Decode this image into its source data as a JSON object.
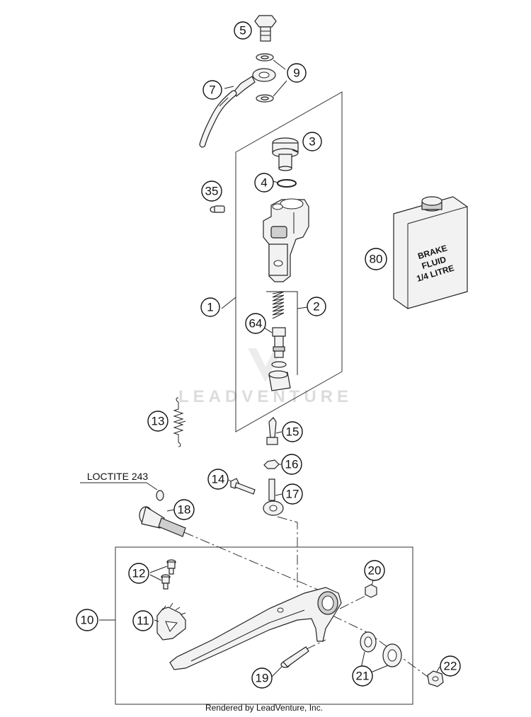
{
  "diagram": {
    "loctite_label": "LOCTITE 243",
    "watermark": "LEADVENTURE",
    "footer": "Rendered by LeadVenture, Inc.",
    "bottle_label": [
      "BRAKE",
      "FLUID",
      "1/4 LITRE"
    ],
    "callouts": [
      {
        "id": "c5",
        "label": "5"
      },
      {
        "id": "c9",
        "label": "9"
      },
      {
        "id": "c7",
        "label": "7"
      },
      {
        "id": "c3",
        "label": "3"
      },
      {
        "id": "c4",
        "label": "4"
      },
      {
        "id": "c35",
        "label": "35"
      },
      {
        "id": "c80",
        "label": "80"
      },
      {
        "id": "c1",
        "label": "1"
      },
      {
        "id": "c2",
        "label": "2"
      },
      {
        "id": "c64",
        "label": "64"
      },
      {
        "id": "c13",
        "label": "13"
      },
      {
        "id": "c15",
        "label": "15"
      },
      {
        "id": "c16",
        "label": "16"
      },
      {
        "id": "c14",
        "label": "14"
      },
      {
        "id": "c17",
        "label": "17"
      },
      {
        "id": "c18",
        "label": "18"
      },
      {
        "id": "c12",
        "label": "12"
      },
      {
        "id": "c20",
        "label": "20"
      },
      {
        "id": "c10",
        "label": "10"
      },
      {
        "id": "c11",
        "label": "11"
      },
      {
        "id": "c19",
        "label": "19"
      },
      {
        "id": "c21",
        "label": "21"
      },
      {
        "id": "c22",
        "label": "22"
      }
    ]
  }
}
